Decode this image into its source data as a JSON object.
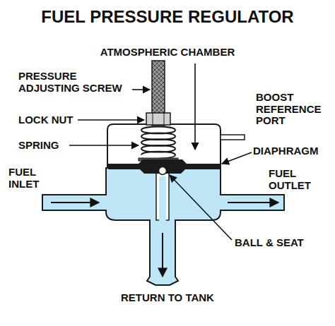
{
  "diagram": {
    "title": "FUEL PRESSURE REGULATOR",
    "labels": [
      "ATMOSPHERIC CHAMBER",
      "PRESSURE ADJUSTING SCREW",
      "BOOST REFERENCE PORT",
      "LOCK NUT",
      "SPRING",
      "DIAPHRAGM",
      "FUEL INLET",
      "FUEL OUTLET",
      "BALL & SEAT",
      "RETURN TO TANK"
    ]
  }
}
